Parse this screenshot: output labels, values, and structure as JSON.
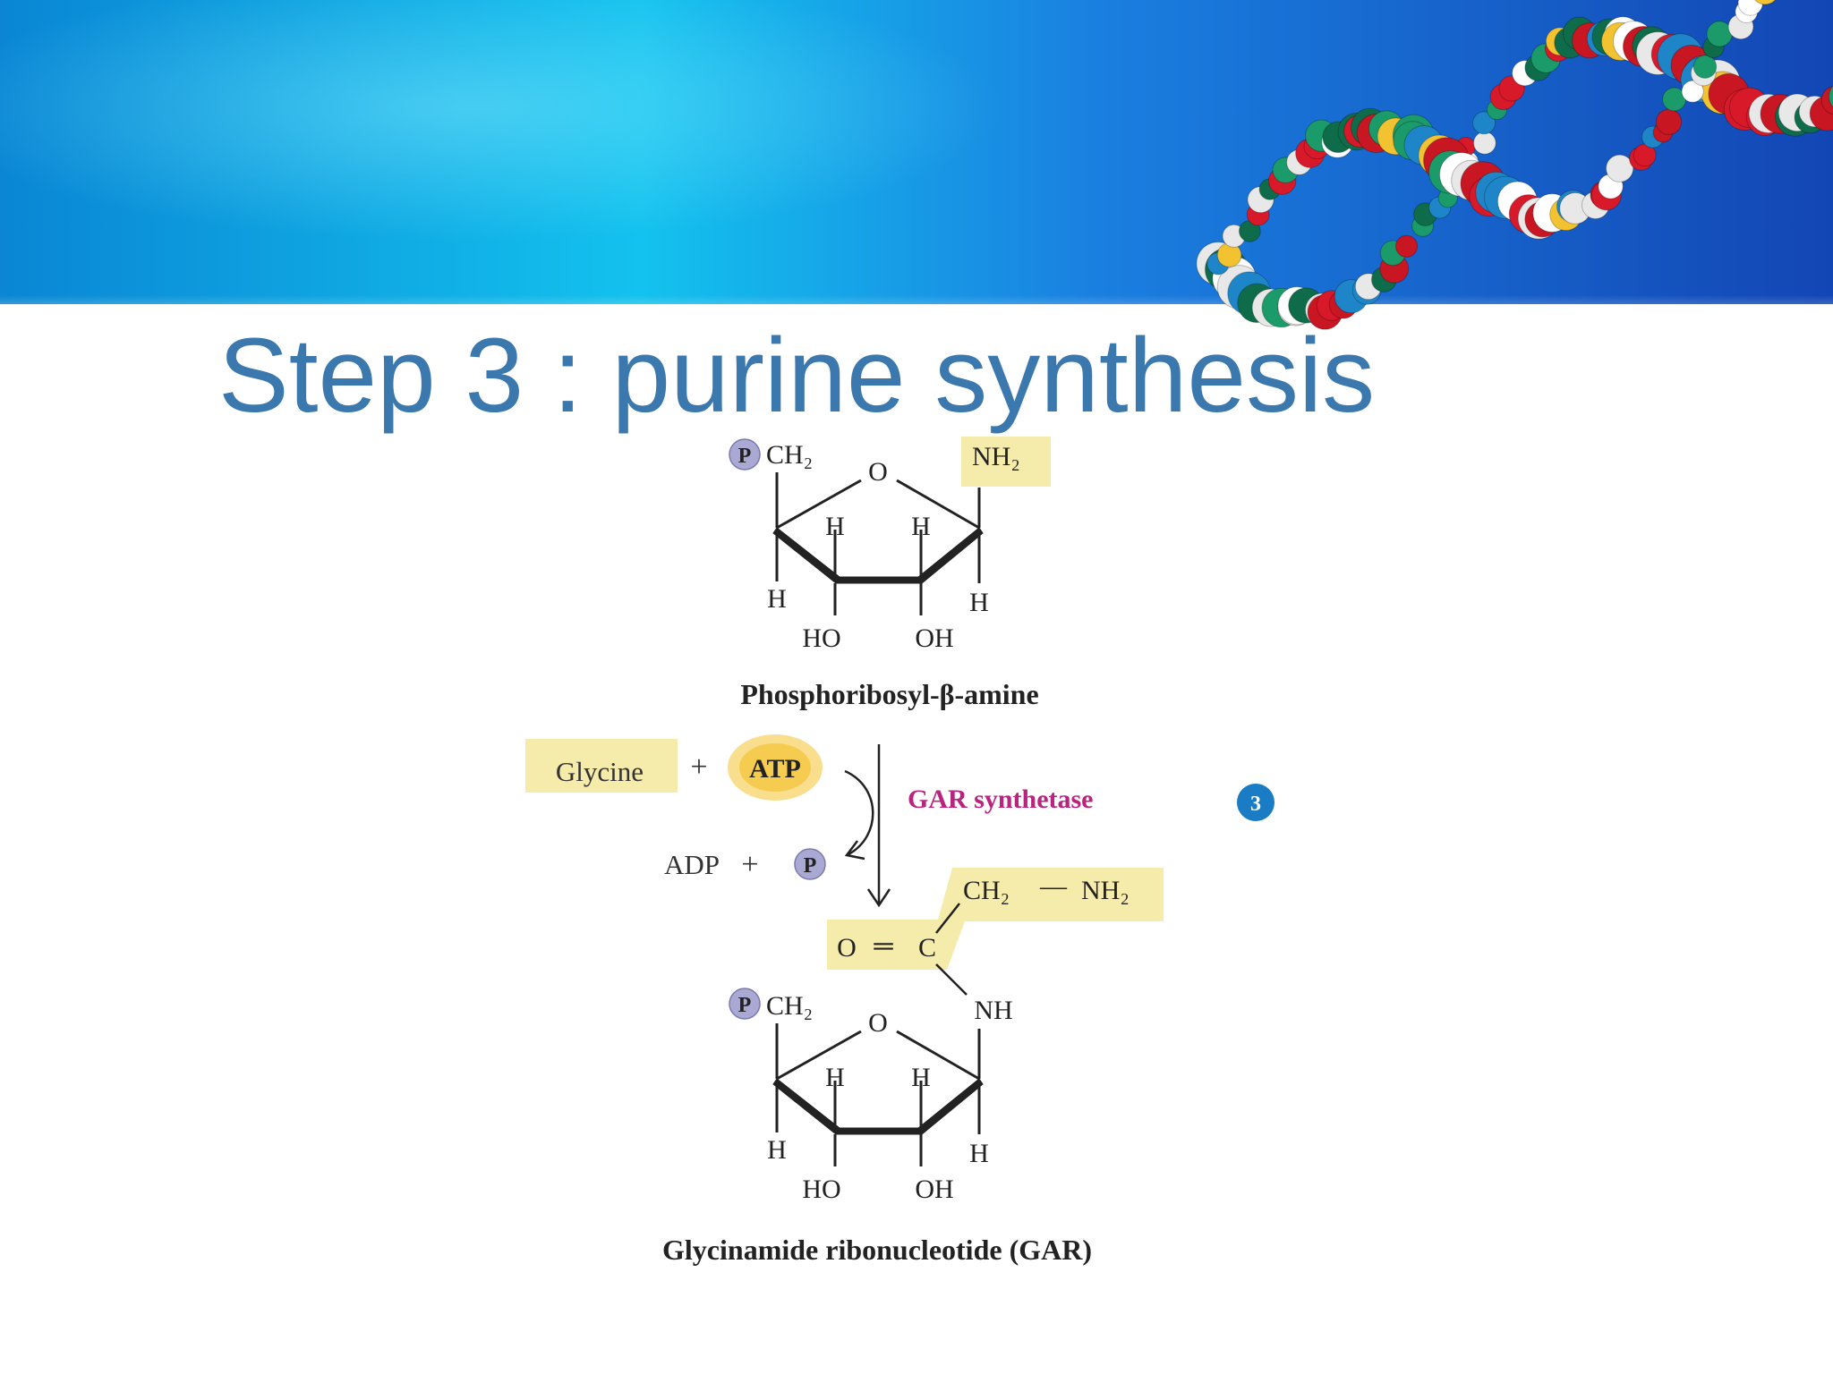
{
  "slide": {
    "title": "Step 3 : purine synthesis"
  },
  "diagram": {
    "top_molecule": {
      "name": "Phosphoribosyl-β-amine",
      "phosphate": "P",
      "ch2_group": "CH₂",
      "ring_oxygen": "O",
      "substituent": "NH₂",
      "ring_h": [
        "H",
        "H",
        "H",
        "H"
      ],
      "hydroxyls": [
        "HO",
        "OH"
      ]
    },
    "reaction": {
      "reactant_1": "Glycine",
      "plus_1": "+",
      "reactant_2": "ATP",
      "product_1": "ADP",
      "plus_2": "+",
      "product_2": "P",
      "enzyme": "GAR synthetase",
      "step_number": "3"
    },
    "added_group": {
      "carbonyl": "O",
      "double_bond": "═",
      "carbon": "C",
      "ch2": "CH₂",
      "dash": "—",
      "amine": "NH₂",
      "linker": "NH"
    },
    "bottom_molecule": {
      "name": "Glycinamide ribonucleotide (GAR)",
      "phosphate": "P",
      "ch2_group": "CH₂",
      "ring_oxygen": "O",
      "ring_h": [
        "H",
        "H",
        "H",
        "H"
      ],
      "hydroxyls": [
        "HO",
        "OH"
      ]
    },
    "colors": {
      "title": "#3b78ad",
      "highlight": "#f5ebaa",
      "atp_glow": "#f2c230",
      "phosphate_circle": "#a9a9d4",
      "enzyme": "#b8247e",
      "step_badge": "#1a7cc4"
    }
  }
}
